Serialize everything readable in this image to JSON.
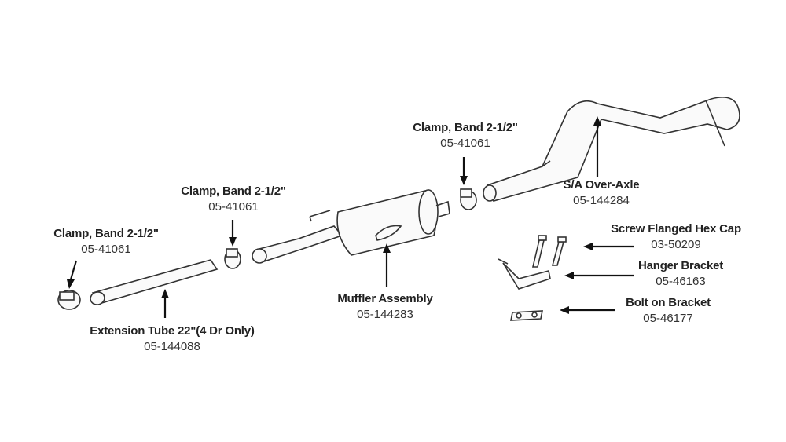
{
  "labels": {
    "clamp_left": {
      "name": "Clamp, Band 2-1/2\"",
      "part_number": "05-41061"
    },
    "clamp_mid": {
      "name": "Clamp, Band 2-1/2\"",
      "part_number": "05-41061"
    },
    "clamp_right": {
      "name": "Clamp, Band 2-1/2\"",
      "part_number": "05-41061"
    },
    "extension_tube": {
      "name": "Extension Tube 22\"(4 Dr Only)",
      "part_number": "05-144088"
    },
    "muffler": {
      "name": "Muffler Assembly",
      "part_number": "05-144283"
    },
    "over_axle": {
      "name": "S/A Over-Axle",
      "part_number": "05-144284"
    },
    "screw_cap": {
      "name": "Screw Flanged Hex Cap",
      "part_number": "03-50209"
    },
    "hanger_bracket": {
      "name": "Hanger Bracket",
      "part_number": "05-46163"
    },
    "bolt_bracket": {
      "name": "Bolt on Bracket",
      "part_number": "05-46177"
    }
  },
  "colors": {
    "line": "#333333",
    "arrow": "#111111",
    "background": "#ffffff"
  }
}
